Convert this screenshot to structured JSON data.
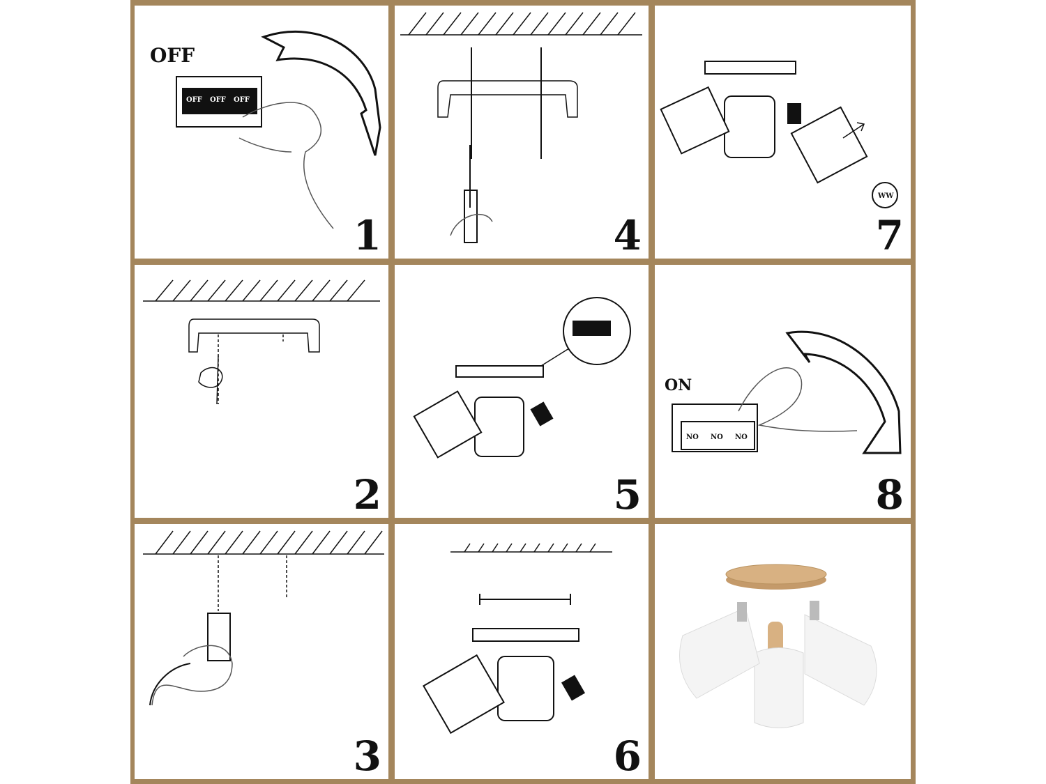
{
  "panels": {
    "p1": {
      "number": "1",
      "switch_word": "OFF",
      "switch_labels": [
        "OFF",
        "OFF",
        "OFF"
      ]
    },
    "p2": {
      "number": "2"
    },
    "p3": {
      "number": "3"
    },
    "p4": {
      "number": "4"
    },
    "p5": {
      "number": "5"
    },
    "p6": {
      "number": "6"
    },
    "p7": {
      "number": "7",
      "bulb_label": "WW"
    },
    "p8": {
      "number": "8",
      "switch_word": "ON",
      "switch_labels": [
        "NO",
        "NO",
        "NO"
      ]
    },
    "p9": {
      "number": ""
    }
  },
  "colors": {
    "frame": "#a4865c",
    "wood": "#d8b182",
    "shade": "#f4f4f4"
  }
}
